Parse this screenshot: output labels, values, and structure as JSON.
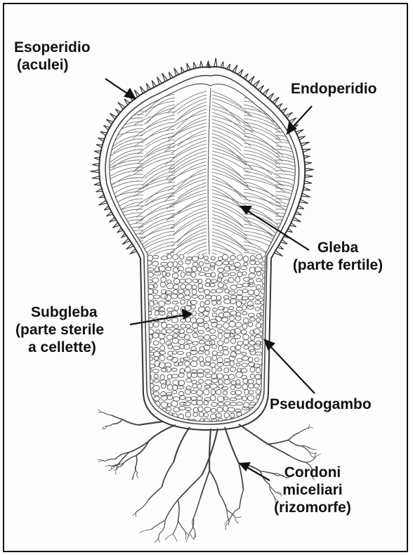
{
  "labels": {
    "esoperidio": [
      "Esoperidio",
      "(aculei)"
    ],
    "endoperidio": [
      "Endoperidio"
    ],
    "gleba": [
      "Gleba",
      "(parte fertile)"
    ],
    "subgleba": [
      "Subgleba",
      "(parte sterile",
      "a cellette)"
    ],
    "pseudogambo": [
      "Pseudogambo"
    ],
    "cordoni": [
      "Cordoni",
      "miceliari",
      "(rizomorfe)"
    ]
  },
  "colors": {
    "ink": "#111111",
    "paper": "#fdfdfd",
    "pencil": "#555555"
  }
}
